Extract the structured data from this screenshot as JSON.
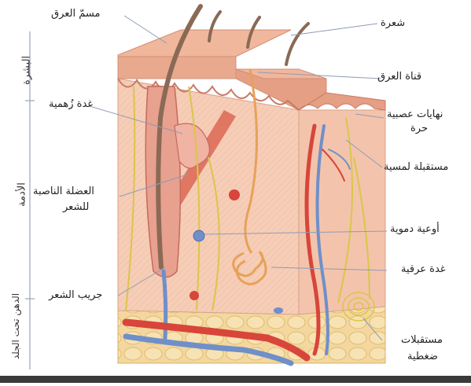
{
  "diagram": {
    "labels": {
      "sweat_pore": "مسمّ العرق",
      "hair": "شعرة",
      "sweat_duct": "قناة العرق",
      "free_nerve_endings_1": "نهايات عصبية",
      "free_nerve_endings_2": "حرة",
      "sebaceous_gland": "غدة زُهمية",
      "touch_receptor": "مستقبلة لمسية",
      "arrector_muscle_1": "العضلة الناصبة",
      "arrector_muscle_2": "للشعر",
      "blood_vessels": "أوعية دموية",
      "sweat_gland": "غدة عرقية",
      "hair_follicle": "جريب الشعر",
      "pressure_receptors_1": "مستقبلات",
      "pressure_receptors_2": "ضغطية"
    },
    "layers": {
      "epidermis": "البشرة",
      "dermis": "الأدمة",
      "subcutaneous": "الدهن تحت الجلد"
    },
    "colors": {
      "epidermis": "#e9a98f",
      "dermis": "#f6cdb6",
      "fat": "#f3d79e",
      "artery": "#d8453a",
      "vein": "#6f8fc9",
      "nerve": "#d9c64a",
      "hair": "#8a6a55"
    }
  }
}
